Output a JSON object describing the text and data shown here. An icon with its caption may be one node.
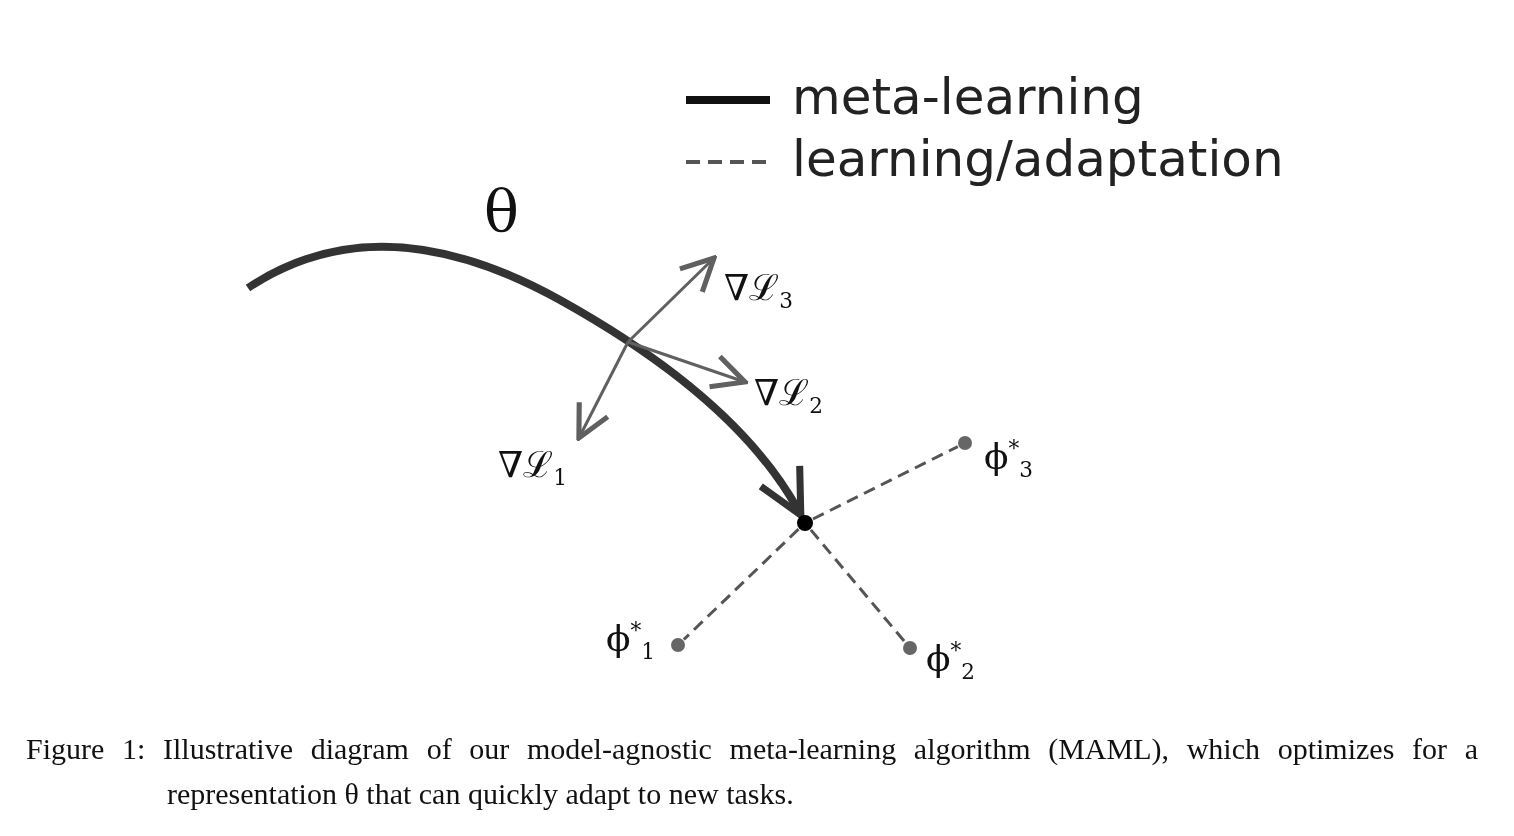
{
  "diagram": {
    "caption": "Figure 1: Illustrative diagram of our model-agnostic meta-learning algorithm (MAML), which optimizes for a representation θ that can quickly adapt to new tasks.",
    "nodes": [
      {
        "text": [
          "∇ℒ$_{3}$"
        ]
      },
      {
        "text": [
          "∇ℒ$_{2}$"
        ]
      },
      {
        "text": [],
        "shape": "circle",
        "beside": [
          "ϕ$^{*}$$_{3}$"
        ]
      },
      {
        "text": [
          "∇ℒ$_{1}$"
        ]
      },
      {
        "text": [],
        "shape": "circle"
      },
      {
        "text": [],
        "shape": "circle",
        "beside": [
          "ϕ$^{*}$$_{1}$"
        ]
      },
      {
        "text": [],
        "shape": "circle",
        "beside": [
          "ϕ$^{*}$$_{2}$"
        ]
      }
    ],
    "edges": [
      {
        "from": null,
        "to": 4,
        "arrow": "to",
        "style": "thick",
        "label": "θ"
      },
      {
        "from": null,
        "to": 0,
        "arrow": "to"
      },
      {
        "from": null,
        "to": 1,
        "arrow": "to"
      },
      {
        "from": null,
        "to": 3,
        "arrow": "to"
      },
      {
        "from": 4,
        "to": 2,
        "arrow": "none",
        "style": "dashed"
      },
      {
        "from": 4,
        "to": 5,
        "arrow": "none",
        "style": "dashed"
      },
      {
        "from": 4,
        "to": 6,
        "arrow": "none",
        "style": "dashed"
      }
    ],
    "legend": [
      {
        "text": "meta-learning"
      },
      {
        "text": "learning/adaptation"
      }
    ]
  }
}
